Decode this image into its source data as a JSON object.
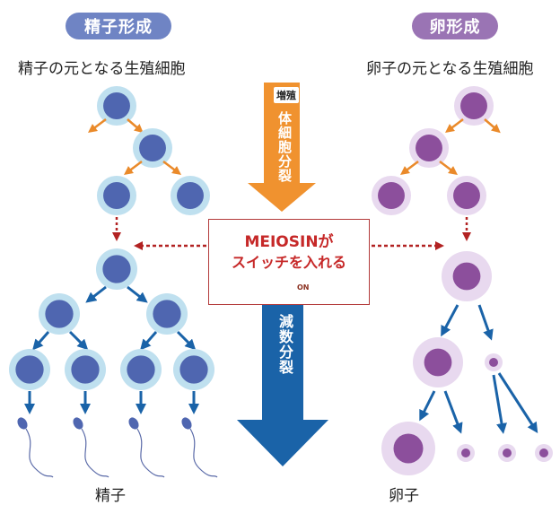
{
  "spermatogenesis": {
    "title": "精子形成",
    "subtitle": "精子の元となる生殖細胞",
    "result_label": "精子",
    "pill_color": "#6f84c4",
    "cell_color": "#4f66b0",
    "cell_ring": "#bfe0ef"
  },
  "oogenesis": {
    "title": "卵形成",
    "subtitle": "卵子の元となる生殖細胞",
    "result_label": "卵子",
    "pill_color": "#9a74b4",
    "cell_color": "#8c4f9c",
    "cell_ring": "#e8d9ef"
  },
  "center": {
    "mitosis_tag": "増殖",
    "mitosis_label": "体細胞分裂",
    "mitosis_color": "#f0922f",
    "meiosis_label": "減数分裂",
    "meiosis_color": "#1a63a8",
    "switch_line1": "MEIOSINが",
    "switch_line2": "スイッチを入れる",
    "switch_on_label": "ON",
    "switch_color": "#c62828"
  },
  "arrow_colors": {
    "orange": "#ea8a2a",
    "blue": "#1a63a8",
    "red": "#b22222"
  }
}
